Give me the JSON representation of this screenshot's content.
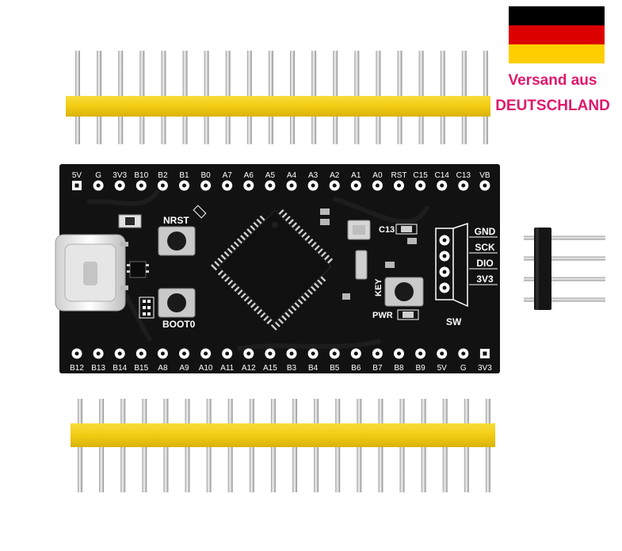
{
  "badge": {
    "line1": "Versand aus",
    "line2": "DEUTSCHLAND",
    "flag_colors": [
      "#000000",
      "#dd0000",
      "#ffce00"
    ]
  },
  "board": {
    "top_pins": [
      "5V",
      "G",
      "3V3",
      "B10",
      "B2",
      "B1",
      "B0",
      "A7",
      "A6",
      "A5",
      "A4",
      "A3",
      "A2",
      "A1",
      "A0",
      "RST",
      "C15",
      "C14",
      "C13",
      "VB"
    ],
    "bottom_pins": [
      "B12",
      "B13",
      "B14",
      "B15",
      "A8",
      "A9",
      "A10",
      "A11",
      "A12",
      "A15",
      "B3",
      "B4",
      "B5",
      "B6",
      "B7",
      "B8",
      "B9",
      "5V",
      "G",
      "3V3"
    ],
    "swd_pins": [
      "GND",
      "SCK",
      "DIO",
      "3V3"
    ],
    "labels": {
      "nrst": "NRST",
      "boot0": "BOOT0",
      "c13": "C13",
      "key": "KEY",
      "pwr": "PWR",
      "sw": "SW"
    },
    "colors": {
      "pcb": "#121212",
      "header_plastic": "#f2cf12",
      "pin_metal": "#d9d9d9"
    }
  }
}
